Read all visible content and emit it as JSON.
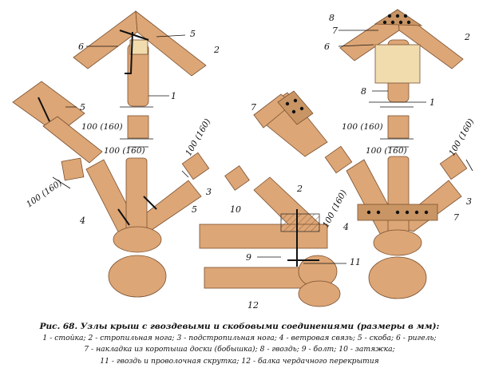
{
  "figure": {
    "callouts": {
      "c1_tl": "1",
      "c2_tl": "2",
      "c5_tl": "5",
      "c6_tl": "6",
      "c5_ml": "5",
      "c4_bl": "4",
      "c3_bl": "3",
      "c5_bl": "5",
      "c7_mr": "7",
      "c1_mr": "1",
      "c8_tr_top": "8",
      "c7_tr": "7",
      "c6_tr": "6",
      "c2_tr": "2",
      "c8_tr_mid": "8",
      "c2_bm": "2",
      "c10_bm": "10",
      "c9_bm": "9",
      "c11_bm": "11",
      "c12_bm": "12",
      "c3_br": "3",
      "c4_br": "4",
      "c7_br": "7"
    },
    "dimensions": {
      "d_left_1": "100 (160)",
      "d_left_2": "100 (160)",
      "d_left_diag": "100 (160)",
      "d_left_diag2": "100 (160)",
      "d_right_1": "100 (160)",
      "d_right_2": "100 (160)",
      "d_right_diag": "100 (160)",
      "d_right_diag2": "100 (160)"
    }
  },
  "caption": {
    "title": "Рис. 68. Узлы крыш с гвоздевыми и скобовыми соединениями (размеры в мм):",
    "line1": "1 - стойка; 2 - стропильная нога; 3 - подстропильная нога; 4 - ветровая связь; 5 - скоба; 6 - ригель;",
    "line2": "7 - накладка из коротыша доски (бобышка); 8 - гвоздь; 9 - болт; 10 - затяжка;",
    "line3": "11 - гвоздь и проволочная скрутка; 12 - балка чердачного перекрытия"
  },
  "colors": {
    "wood": "#dda676",
    "wood_dark": "#b9804f",
    "outline": "#7a5030",
    "ink": "#111111",
    "plank_light": "#f1dcae"
  }
}
